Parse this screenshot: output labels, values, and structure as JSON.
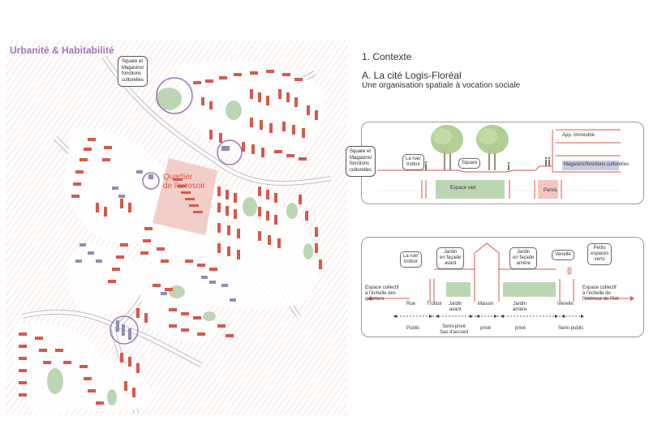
{
  "map": {
    "title": "Urbanité & Habitabilité",
    "callout_top": "Square et\nMagasins/\nfonctions\nculturelles",
    "callout_mid": "Square et\nMagasins/\nfonctions\nculturelles",
    "quartier_label": "Quartier\nde l'arrosoir"
  },
  "context": {
    "section": "1. Contexte",
    "title": "A. La cité Logis-Floréal",
    "subtitle": "Une organisation spatiale à vocation sociale"
  },
  "section1": {
    "la_rue": "La rue/\ntrottoir",
    "square": "Square",
    "app_immeuble": "App. immeuble",
    "magasins": "Magasins/fonctions culturelles",
    "espace_vert": "Espace vert",
    "parvis": "Parvis"
  },
  "section2": {
    "la_rue": "La rue/\ntrottoir",
    "jardin_avant": "Jardin\nen façade\navant",
    "jardin_arriere": "Jardin\nen façade\narrière",
    "venelle_box": "Venelle",
    "petits_espaces": "Petits\nespaces\nverts",
    "espace_collectif_left": "Espace collectif\nà l'échelle des\nquartiers",
    "espace_collectif_right": "Espace collectif\nà l'échelle de\nl'intérieur de l'îlot",
    "labels": [
      "Rue",
      "Trottoir",
      "Jardin\navant",
      "Maison",
      "Jardin\narrière",
      "Venelle"
    ],
    "privacy": [
      "Public",
      "Semi-privé\nSas d'accueil",
      "privé",
      "privé",
      "Semi-public"
    ]
  },
  "colors": {
    "accent_purple": "#9a79b8",
    "building_red": "#d9574a",
    "green": "#bcd6b3",
    "pink": "#f0c6be",
    "hatch": "#f1c8c1"
  }
}
